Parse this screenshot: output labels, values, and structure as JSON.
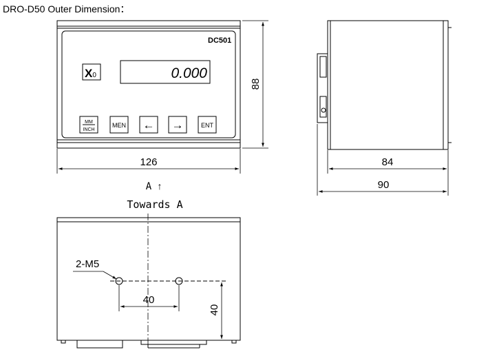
{
  "title": "DRO-D50 Outer Dimension：",
  "front_view": {
    "model_label": "DC501",
    "axis_label": "X",
    "axis_subscript": "0",
    "display_value": "0.000",
    "key_mm": "MM",
    "key_inch": "INCH",
    "key_menu": "MEN",
    "key_left_arrow": "←",
    "key_right_arrow": "→",
    "key_enter": "ENT",
    "width_dim": "126",
    "height_dim": "88"
  },
  "side_view": {
    "depth_body_dim": "84",
    "depth_total_dim": "90"
  },
  "view_arrow": {
    "label": "A",
    "arrow": "↑",
    "caption": "Towards A"
  },
  "bottom_view": {
    "hole_callout": "2-M5",
    "hole_spacing_dim": "40",
    "hole_offset_dim": "40"
  }
}
